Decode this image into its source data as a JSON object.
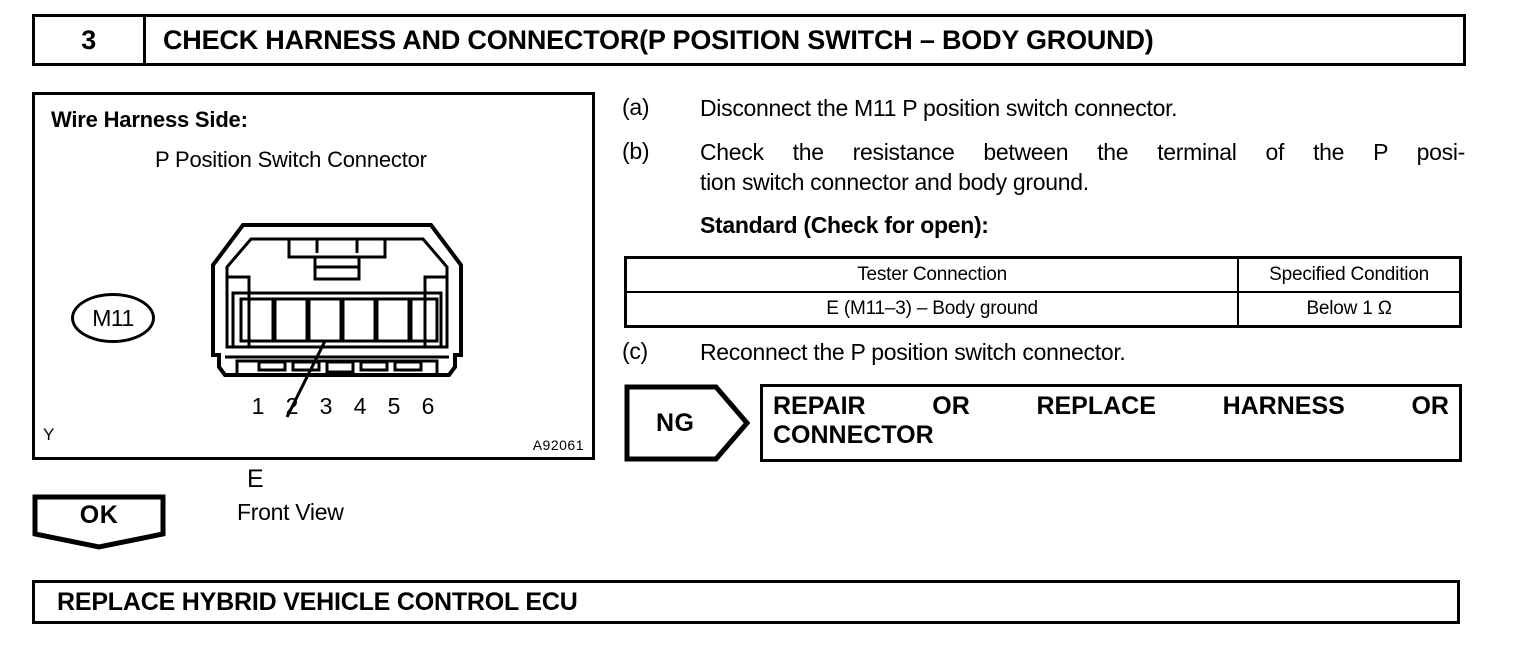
{
  "step": {
    "number": "3",
    "title": "CHECK HARNESS AND CONNECTOR(P POSITION SWITCH – BODY GROUND)"
  },
  "figure": {
    "harness_side_label": "Wire Harness Side:",
    "connector_caption": "P Position Switch Connector",
    "connector_id": "M11",
    "terminal_callout": "E",
    "view_label": "Front View",
    "corner_mark": "Y",
    "figure_code": "A92061",
    "pins": [
      "1",
      "2",
      "3",
      "4",
      "5",
      "6"
    ]
  },
  "procedure": {
    "a": {
      "tag": "(a)",
      "text": "Disconnect the M11 P position switch connector."
    },
    "b": {
      "tag": "(b)",
      "line1": "Check the resistance between the terminal of the P posi-",
      "line2": "tion switch connector and body ground.",
      "standard_label": "Standard (Check for open):"
    },
    "c": {
      "tag": "(c)",
      "text": "Reconnect the P position switch connector."
    }
  },
  "spec_table": {
    "headers": [
      "Tester Connection",
      "Specified Condition"
    ],
    "rows": [
      [
        "E (M11–3) – Body ground",
        "Below 1 Ω"
      ]
    ]
  },
  "results": {
    "ng_label": "NG",
    "ng_action_line1": "REPAIR   OR   REPLACE   HARNESS   OR",
    "ng_action_line2": "CONNECTOR",
    "ok_label": "OK",
    "ok_action": "REPLACE HYBRID VEHICLE CONTROL ECU"
  },
  "colors": {
    "ink": "#000000",
    "paper": "#ffffff"
  }
}
